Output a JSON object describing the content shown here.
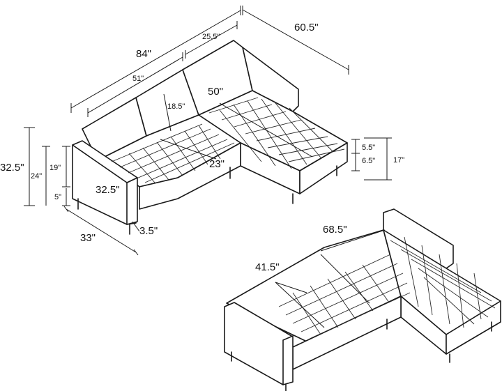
{
  "colors": {
    "line": "#1a1a1a",
    "background": "#ffffff"
  },
  "dimensions": {
    "total_width": "84\"",
    "depth_chaise": "60.5\"",
    "loveseat_width": "51\"",
    "chaise_width": "25.5\"",
    "chaise_length": "50\"",
    "back_height_cushion": "18.5\"",
    "total_height": "32.5\"",
    "seat_height": "19\"",
    "arm_height": "24\"",
    "leg_height": "5\"",
    "seat_depth": "23\"",
    "arm_depth": "32.5\"",
    "overall_depth": "33\"",
    "arm_width": "3.5\"",
    "chaise_cushion_thickness": "5.5\"",
    "chaise_base": "6.5\"",
    "chaise_seat_height": "17\"",
    "bed_length": "68.5\"",
    "bed_width": "41.5\""
  }
}
